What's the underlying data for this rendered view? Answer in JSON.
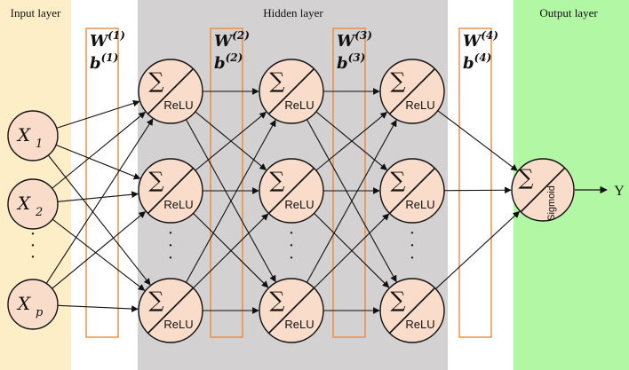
{
  "regions": {
    "input_label": "Input layer",
    "hidden_label": "Hidden layer",
    "output_label": "Output layer"
  },
  "colors": {
    "input_bg": "#fdeec8",
    "hidden_bg": "#d3d1d1",
    "output_bg": "#b1f7a4",
    "node_fill": "#f9dcc9",
    "weight_box_border": "#f08a3a"
  },
  "inputs": [
    {
      "var": "X",
      "sub": "1"
    },
    {
      "var": "X",
      "sub": "2"
    },
    {
      "var": "X",
      "sub": "p"
    }
  ],
  "weight_boxes": [
    {
      "w": "W",
      "w_sup": "(1)",
      "b": "b",
      "b_sup": "(1)"
    },
    {
      "w": "W",
      "w_sup": "(2)",
      "b": "b",
      "b_sup": "(2)"
    },
    {
      "w": "W",
      "w_sup": "(3)",
      "b": "b",
      "b_sup": "(3)"
    },
    {
      "w": "W",
      "w_sup": "(4)",
      "b": "b",
      "b_sup": "(4)"
    }
  ],
  "hidden_node": {
    "symbol": "∑",
    "activation": "ReLU"
  },
  "output_node": {
    "symbol": "∑",
    "activation": "Sigmoid"
  },
  "output_label": "Y",
  "ellipsis": "·"
}
